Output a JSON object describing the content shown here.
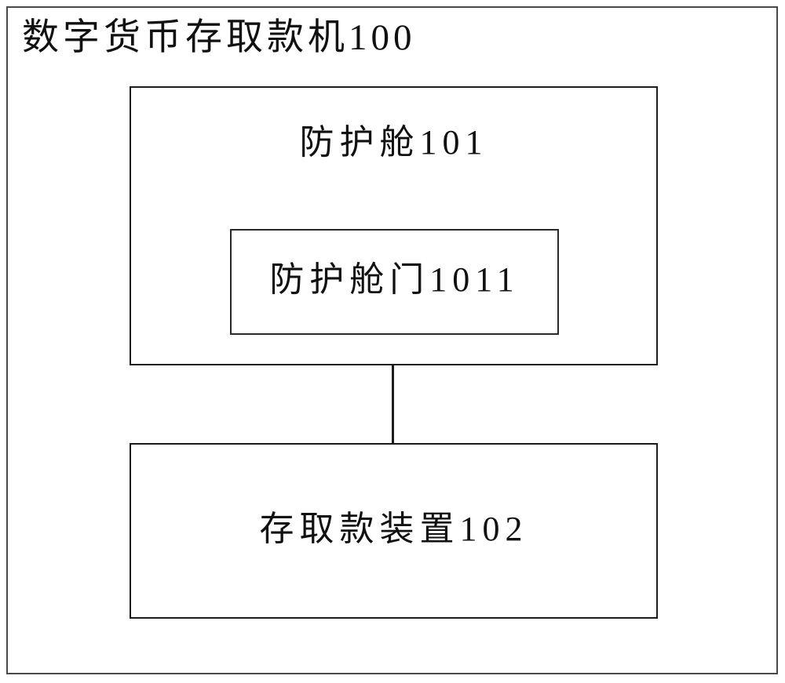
{
  "diagram": {
    "title": "数字货币存取款机100",
    "protective_cabin": {
      "label": "防护舱101"
    },
    "cabin_door": {
      "label": "防护舱门1011"
    },
    "deposit_withdrawal_device": {
      "label": "存取款装置102"
    }
  },
  "colors": {
    "background": "#ffffff",
    "outer_frame_border": "#4a4a4a",
    "box_border": "#1c1c1c",
    "text": "#111111"
  }
}
